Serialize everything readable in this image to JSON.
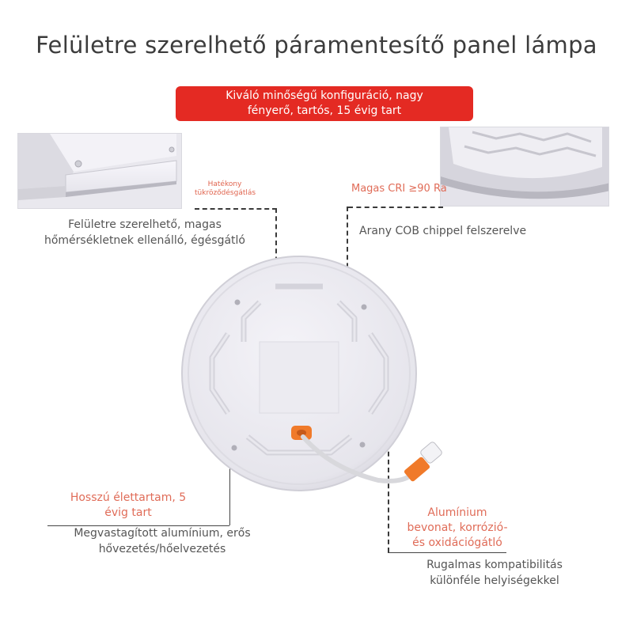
{
  "title": "Felületre szerelhető páramentesítő panel lámpa",
  "banner": {
    "line1": "Kiváló minőségű konfiguráció, nagy",
    "line2": "fényerő, tartós, 15 évig tart"
  },
  "features": {
    "reflection": {
      "line1": "Hatékony",
      "line2": "tükröződésgátlás"
    },
    "cri": "Magas CRI ≥90 Ra",
    "surface_mount": {
      "line1": "Felületre szerelhető, magas",
      "line2": "hőmérsékletnek ellenálló, égésgátló"
    },
    "cob_chip": "Arany COB chippel felszerelve",
    "lifetime": {
      "line1": "Hosszú élettartam, 5",
      "line2": "évig tart"
    },
    "thick_aluminium": {
      "line1": "Megvastagított alumínium, erős",
      "line2": "hővezetés/hőelvezetés"
    },
    "coating": {
      "line1": "Alumínium",
      "line2": "bevonat, korrózió-",
      "line3": "és oxidációgátló"
    },
    "compat": {
      "line1": "Rugalmas kompatibilitás",
      "line2": "különféle helyiségekkel"
    }
  },
  "colors": {
    "banner": "#e42a23",
    "accent_text": "#e06c58",
    "connector": "#f07a2a"
  }
}
